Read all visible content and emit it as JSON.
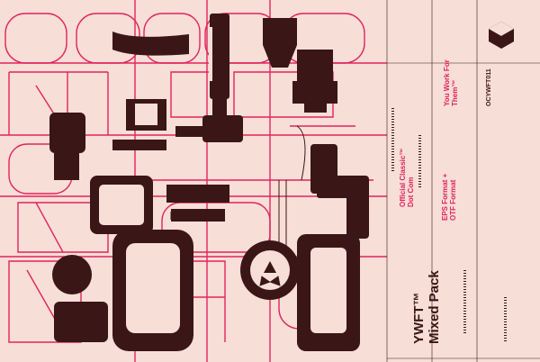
{
  "colors": {
    "background": "#f7ded7",
    "ink": "#3a1616",
    "accent": "#e0245e"
  },
  "poster": {
    "title_line1": "YWFT™",
    "title_line2": "Mixed Pack",
    "catalog_code": "OCYWFT011",
    "classic_line1": "Official Classic™",
    "classic_line2": "Dot Com",
    "format_line1": "EPS Format +",
    "format_line2": "OTF Format",
    "tagline_line1": "You Work For",
    "tagline_line2": "Them™"
  },
  "logo": {
    "icon": "cube-logo-icon"
  },
  "center_badge": {
    "icon": "recycle-icon"
  }
}
